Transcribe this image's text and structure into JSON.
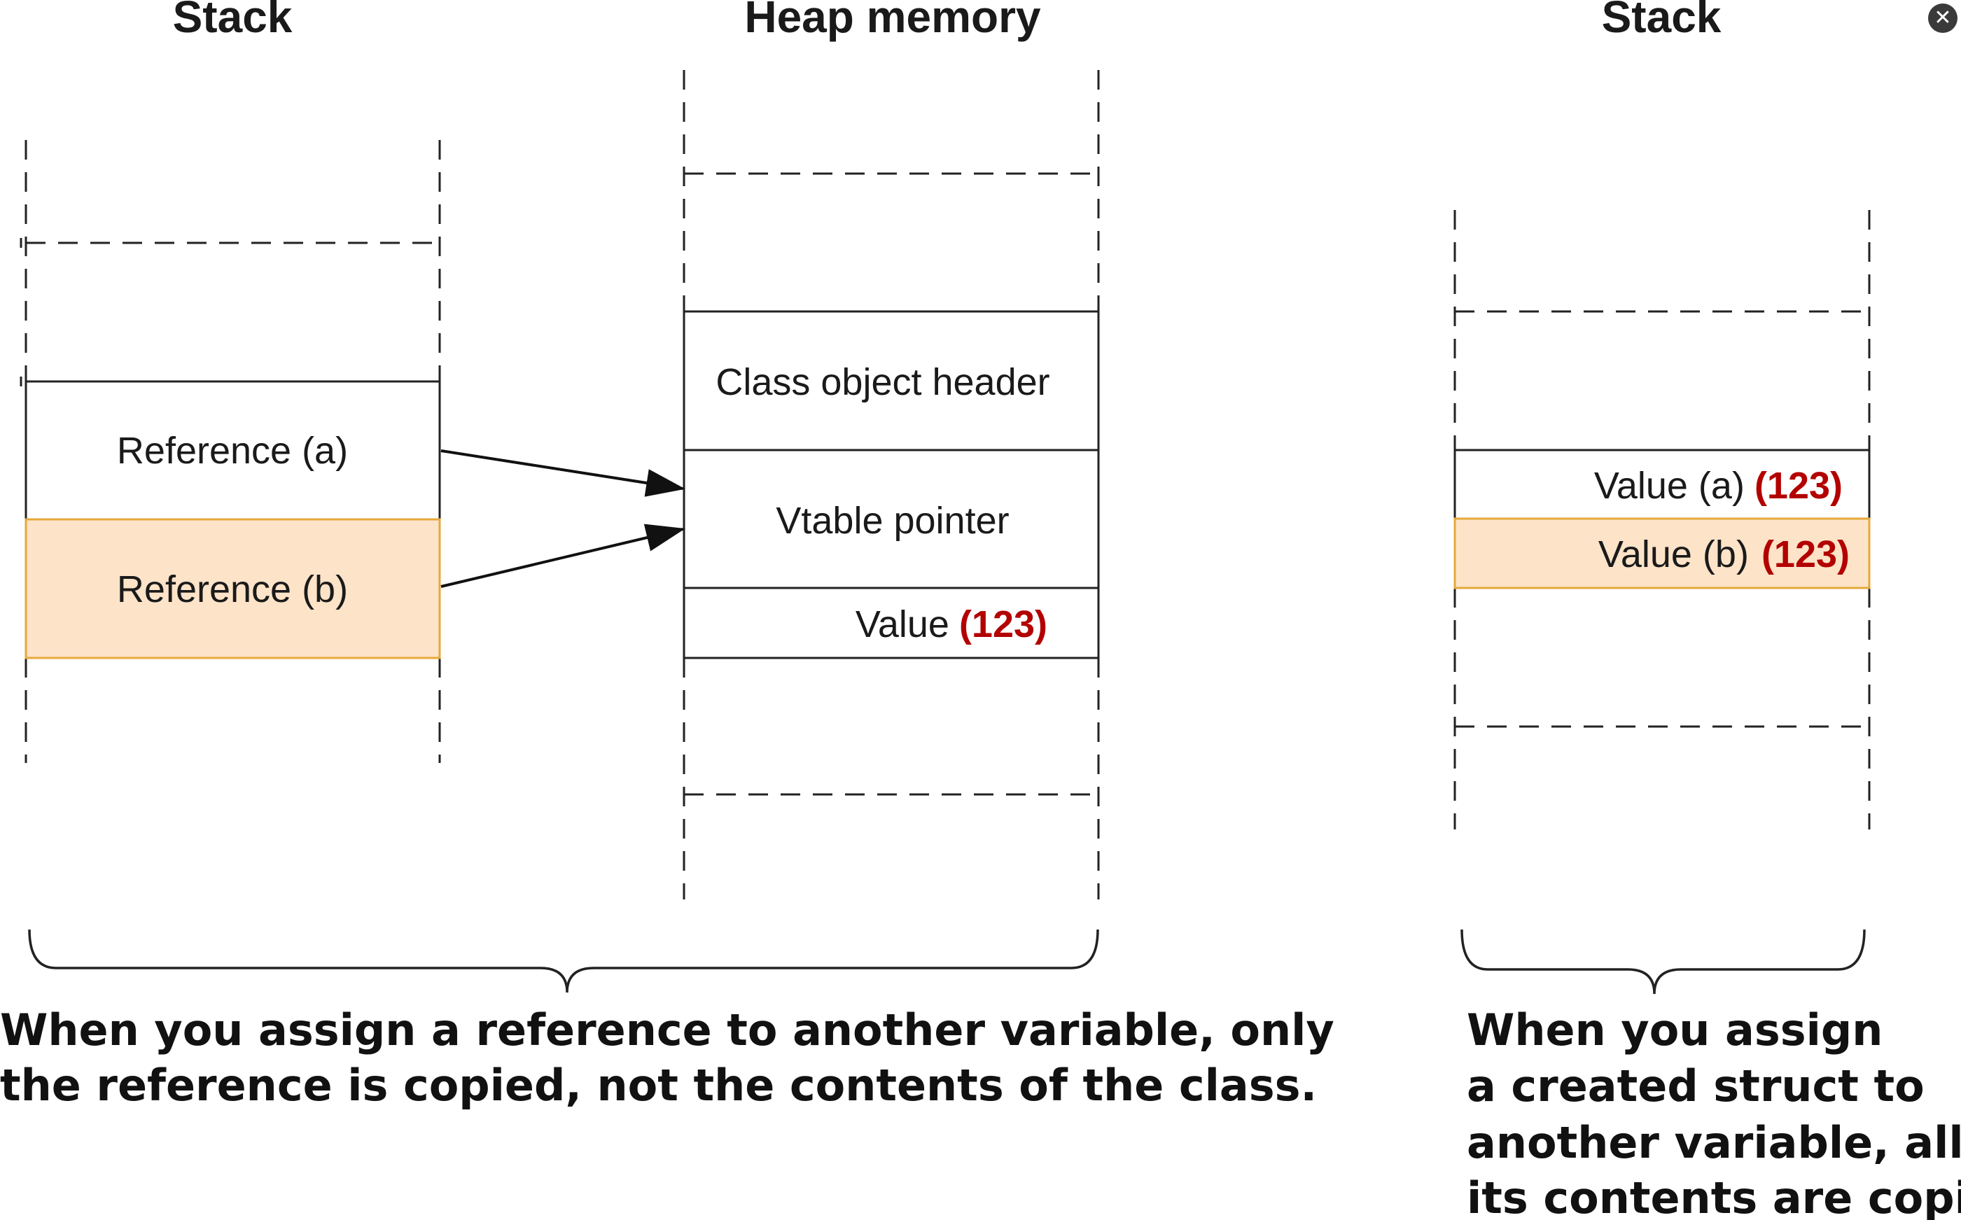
{
  "titles": {
    "left_stack": "Stack",
    "heap": "Heap memory",
    "right_stack": "Stack"
  },
  "left_stack": {
    "ref_a": "Reference (a)",
    "ref_b": "Reference (b)"
  },
  "heap": {
    "header": "Class object header",
    "vtable": "Vtable pointer",
    "value_label": "Value",
    "value_number": "(123)"
  },
  "right_stack": {
    "value_a_label": "Value (a)",
    "value_a_number": "(123)",
    "value_b_label": "Value (b)",
    "value_b_number": "(123)"
  },
  "captions": {
    "class_line1": "When you assign a reference to another variable, only",
    "class_line2": "the reference is copied, not the contents of the class.",
    "struct_line1": "When you assign",
    "struct_line2": "a created struct to",
    "struct_line3": "another variable, all of",
    "struct_line4": "its contents are copied."
  },
  "icons": {
    "close": "close-icon"
  },
  "colors": {
    "highlight_fill": "#fde3c8",
    "highlight_border": "#e5a93b",
    "value_red": "#b30000"
  }
}
